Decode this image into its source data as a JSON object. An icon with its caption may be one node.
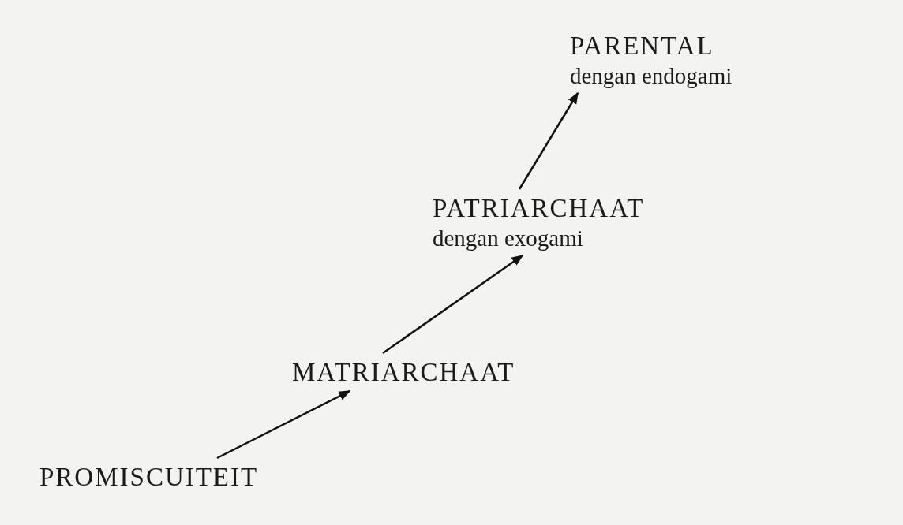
{
  "diagram": {
    "nodes": [
      {
        "text": [
          "PROMISCUITEIT"
        ]
      },
      {
        "text": [
          "MATRIARCHAAT"
        ]
      },
      {
        "text": [
          "PATRIARCHAAT",
          "dengan exogami"
        ]
      },
      {
        "text": [
          "PARENTAL",
          "dengan endogami"
        ]
      }
    ],
    "edges": [
      {
        "from": 0,
        "to": 1,
        "arrow": "to"
      },
      {
        "from": 1,
        "to": 2,
        "arrow": "to"
      },
      {
        "from": 2,
        "to": 3,
        "arrow": "to"
      }
    ]
  }
}
